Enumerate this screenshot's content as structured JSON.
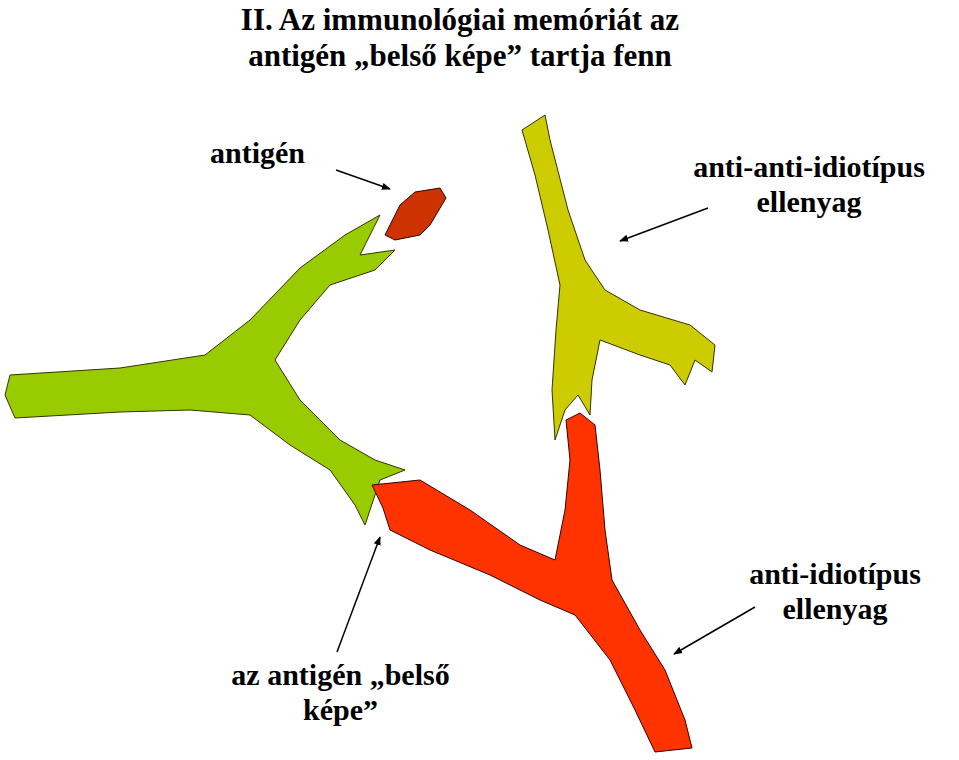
{
  "diagram": {
    "title": "II. Az immunológiai memóriát az antigén „belső képe” tartja fenn",
    "labels": [
      "antigén",
      "anti-anti-idiotípus ellenyag",
      "anti-idiotípus ellenyag",
      "az antigén „belső képe”"
    ]
  }
}
